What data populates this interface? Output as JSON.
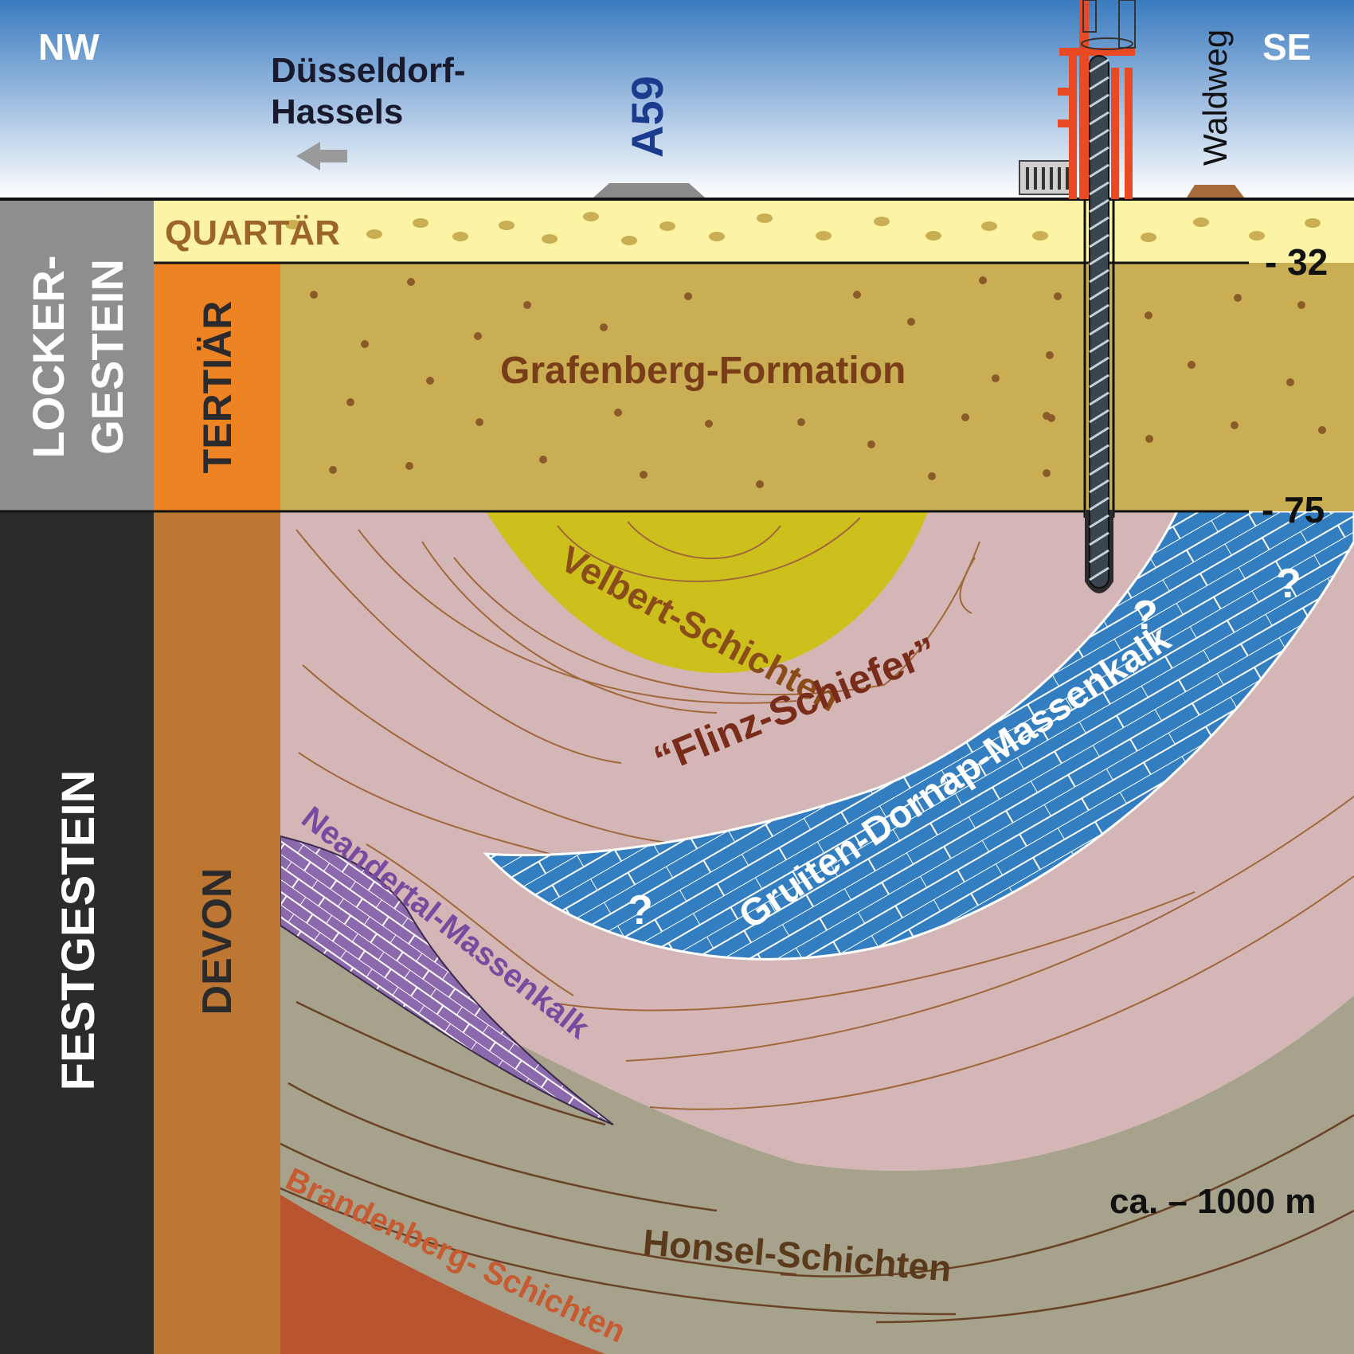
{
  "directions": {
    "left": "NW",
    "right": "SE"
  },
  "surface": {
    "city_line1": "Düsseldorf-",
    "city_line2": "Hassels",
    "road": "A59",
    "path": "Waldweg"
  },
  "columns": {
    "rock_type_upper_line1": "LOCKER-",
    "rock_type_upper_line2": "GESTEIN",
    "rock_type_lower": "FESTGESTEIN",
    "period_tertiary": "TERTIÄR",
    "period_devon": "DEVON",
    "period_quaternary": "QUARTÄR"
  },
  "depth_marks": {
    "d32": "- 32",
    "d75": "- 75",
    "d1000": "ca. – 1000 m"
  },
  "formations": {
    "grafenberg": "Grafenberg-Formation",
    "velbert": "Velbert-Schichten",
    "flinz": "“Flinz-Schiefer”",
    "gruiten": "Gruiten-Dornap-Massenkalk",
    "neandertal": "Neandertal-Massenkalk",
    "honsel": "Honsel-Schichten",
    "brandenberg": "Brandenberg- Schichten",
    "unknown": "?"
  },
  "colors": {
    "sky_top": "#3a7bbf",
    "quartaer": "#fcf3a4",
    "tertiaer": "#c9ae53",
    "flinz": "#d3b6b5",
    "velbert": "#cdbf1c",
    "gruiten": "#337ec1",
    "neandertal": "#8c68ad",
    "honsel": "#a6a28c",
    "brandenberg": "#b85430",
    "col_gray": "#8e8e8e",
    "col_dark": "#2b2a2c",
    "col_orange": "#ee8323",
    "col_devon": "#bd7732",
    "rig": "#ea4a23"
  }
}
